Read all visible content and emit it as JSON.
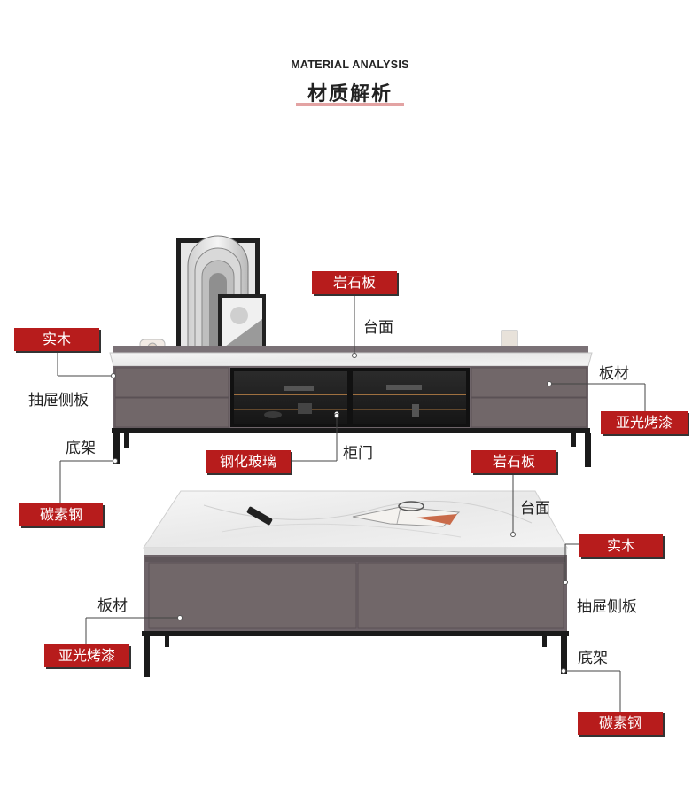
{
  "header": {
    "subtitle": "MATERIAL ANALYSIS",
    "title": "材质解析"
  },
  "tv_cabinet": {
    "top_material_tag": "岩石板",
    "top_label": "台面",
    "side_material_tag": "实木",
    "side_label": "抽屉侧板",
    "leg_label": "底架",
    "leg_material_tag": "碳素钢",
    "door_material_tag": "钢化玻璃",
    "door_label": "柜门",
    "panel_label": "板材",
    "panel_material_tag": "亚光烤漆"
  },
  "coffee_table": {
    "top_material_tag": "岩石板",
    "top_label": "台面",
    "side_material_tag": "实木",
    "side_label": "抽屉侧板",
    "panel_label": "板材",
    "panel_material_tag": "亚光烤漆",
    "leg_label": "底架",
    "leg_material_tag": "碳素钢"
  },
  "colors": {
    "tag_red": "#b71c1c",
    "cabinet_body": "#6e6469",
    "marble": "#eeeeee",
    "steel_frame": "#1a1a1a"
  }
}
